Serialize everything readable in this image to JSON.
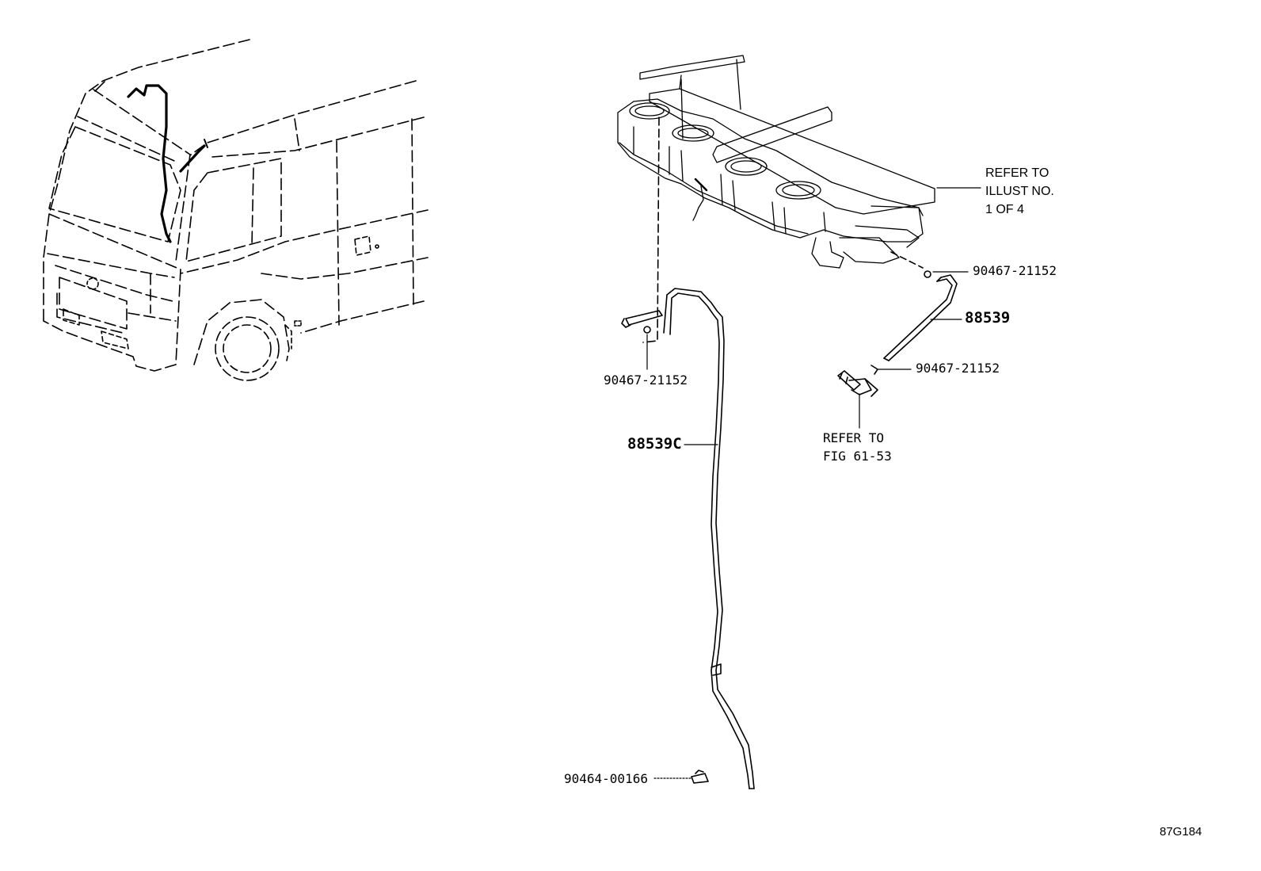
{
  "callouts": {
    "clip_tank_side": "90467-21152",
    "hose_short": "88539",
    "clip_lower_right": "90467-21152",
    "clip_left": "90467-21152",
    "hose_long": "88539C",
    "clamp_bottom": "90464-00166"
  },
  "refer_illust": {
    "line1": "REFER TO",
    "line2": "ILLUST NO.",
    "line3": "1 OF 4"
  },
  "refer_fig": {
    "line1": "REFER TO",
    "line2": "FIG 61-53"
  },
  "figure_code": "87G184"
}
